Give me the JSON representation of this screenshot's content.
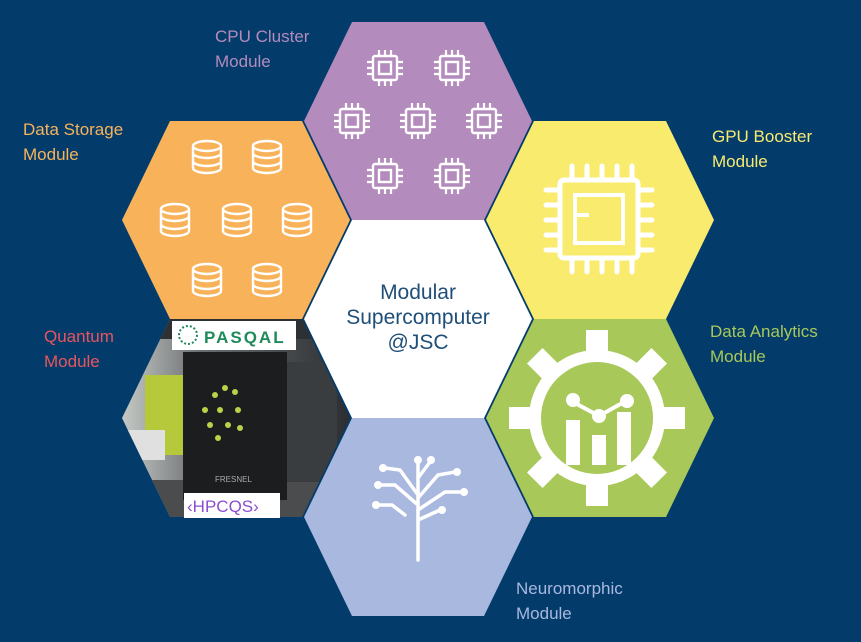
{
  "title": {
    "line1": "Modular",
    "line2": "Supercomputer",
    "line3": "@JSC"
  },
  "modules": [
    {
      "id": "cpu",
      "line1": "CPU Cluster",
      "line2": "Module",
      "color": "#b48bbd",
      "icon": "cpu-chip-icon"
    },
    {
      "id": "storage",
      "line1": "Data Storage",
      "line2": "Module",
      "color": "#f8b35a",
      "icon": "database-icon"
    },
    {
      "id": "gpu",
      "line1": "GPU Booster",
      "line2": "Module",
      "color": "#f8eb6e",
      "icon": "gpu-chip-icon"
    },
    {
      "id": "analytics",
      "line1": "Data Analytics",
      "line2": "Module",
      "color": "#a8c85a",
      "icon": "gear-chart-icon"
    },
    {
      "id": "neuro",
      "line1": "Neuromorphic",
      "line2": "Module",
      "color": "#a9b8df",
      "icon": "neural-tree-icon"
    },
    {
      "id": "quantum",
      "line1": "Quantum",
      "line2": "Module",
      "color": "#e8555f",
      "icon": "quantum-computer-photo"
    }
  ],
  "photo": {
    "logo_top": "PASQAL",
    "logo_bottom": "HPCQS",
    "machine_label": "FRESNEL"
  },
  "background": "#033c6b"
}
